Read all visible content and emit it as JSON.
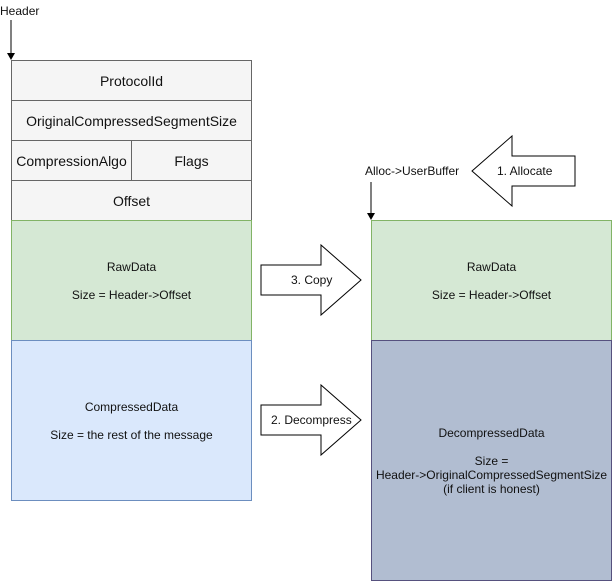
{
  "header_label": "Header",
  "message": {
    "protocol_id": "ProtocolId",
    "original_size": "OriginalCompressedSegmentSize",
    "compression_algo": "CompressionAlgo",
    "flags": "Flags",
    "offset": "Offset",
    "raw_data": {
      "title": "RawData",
      "size": "Size = Header->Offset"
    },
    "compressed_data": {
      "title": "CompressedData",
      "size": "Size = the rest of the message"
    }
  },
  "buffer": {
    "label": "Alloc->UserBuffer",
    "raw_data": {
      "title": "RawData",
      "size": "Size = Header->Offset"
    },
    "decompressed_data": {
      "title": "DecompressedData",
      "size_line1": "Size =",
      "size_line2": "Header->OriginalCompressedSegmentSize",
      "size_line3": "(if client is honest)"
    }
  },
  "arrows": {
    "allocate": "1. Allocate",
    "decompress": "2. Decompress",
    "copy": "3. Copy"
  },
  "colors": {
    "header_fill": "#f5f5f5",
    "header_stroke": "#666666",
    "raw_fill": "#d5e8d4",
    "raw_stroke": "#82b366",
    "compressed_fill": "#dae8fc",
    "compressed_stroke": "#6c8ebf",
    "decompressed_fill": "#b1bdd1",
    "decompressed_stroke": "#56517e"
  }
}
